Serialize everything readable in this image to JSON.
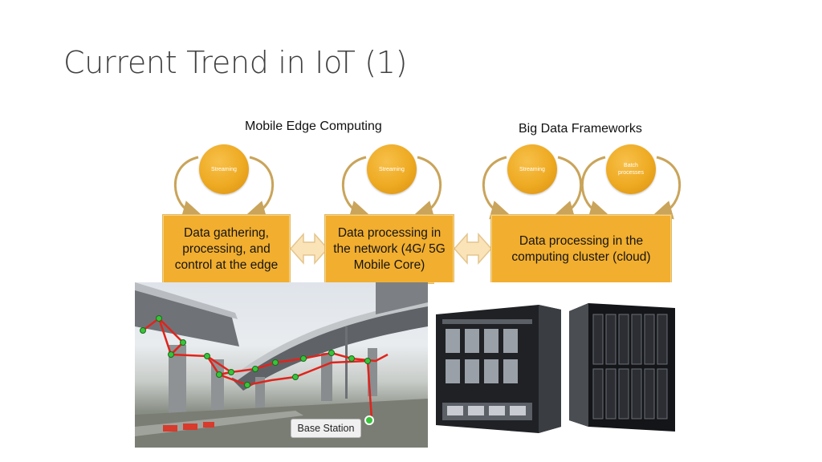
{
  "slide": {
    "title": "Current Trend in IoT (1)"
  },
  "sections": {
    "mobile_edge": "Mobile Edge Computing",
    "big_data": "Big Data Frameworks"
  },
  "circles": [
    "Streaming",
    "Streaming",
    "Streaming",
    "Batch processes"
  ],
  "boxes": {
    "edge": "Data gathering, processing, and control at the edge",
    "network": "Data processing in the network (4G/ 5G Mobile Core)",
    "cloud": "Data processing in the computing cluster (cloud)"
  },
  "photo": {
    "base_station_label": "Base Station"
  },
  "colors": {
    "accent": "#f2ae2e",
    "arrow": "#fbe3b8",
    "loop": "#c9a45a"
  }
}
